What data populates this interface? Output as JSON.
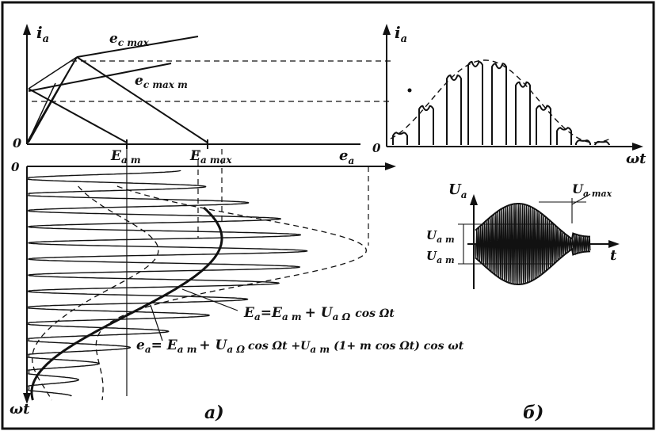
{
  "panel_a": {
    "caption": "а)",
    "top_axis_y": "i",
    "top_axis_y_sub": "a",
    "origin": "0",
    "line_ec_max": "e",
    "line_ec_max_sub": "c max",
    "line_ec_max_t": "e",
    "line_ec_max_t_sub": "c max т",
    "tick_Eat": "E",
    "tick_Eat_sub": "a т",
    "tick_Eamax": "E",
    "tick_Eamax_sub": "a max",
    "axis_x": "e",
    "axis_x_sub": "a",
    "lower_origin": "0",
    "lower_axis_y": "ωt",
    "formula_1": "E",
    "formula_1_sub": "a",
    "formula_1_rest": "=E",
    "formula_1_rest_sub": "a т",
    "formula_1_tail": "+ U",
    "formula_1_tail_sub": "a Ω",
    "formula_1_end": "cos Ωt",
    "formula_2": "e",
    "formula_2_sub": "a",
    "formula_2_rest": "= E",
    "formula_2_rest_sub": "a т",
    "formula_2_mid": "+ U",
    "formula_2_mid_sub": "a Ω",
    "formula_2_mid2": "cos Ωt +U",
    "formula_2_mid2_sub": "a т",
    "formula_2_end": "(1+ m cos Ωt) cos ωt"
  },
  "panel_b": {
    "caption": "б)",
    "top_axis_y": "i",
    "top_axis_y_sub": "a",
    "origin": "0",
    "top_axis_x": "ωt",
    "bottom_axis_y": "U",
    "bottom_axis_y_sub": "a",
    "label_Uamax": "U",
    "label_Uamax_sub": "a max",
    "label_Uat1": "U",
    "label_Uat1_sub": "a т",
    "label_Uat2": "U",
    "label_Uat2_sub": "a т",
    "bottom_axis_x": "t"
  }
}
